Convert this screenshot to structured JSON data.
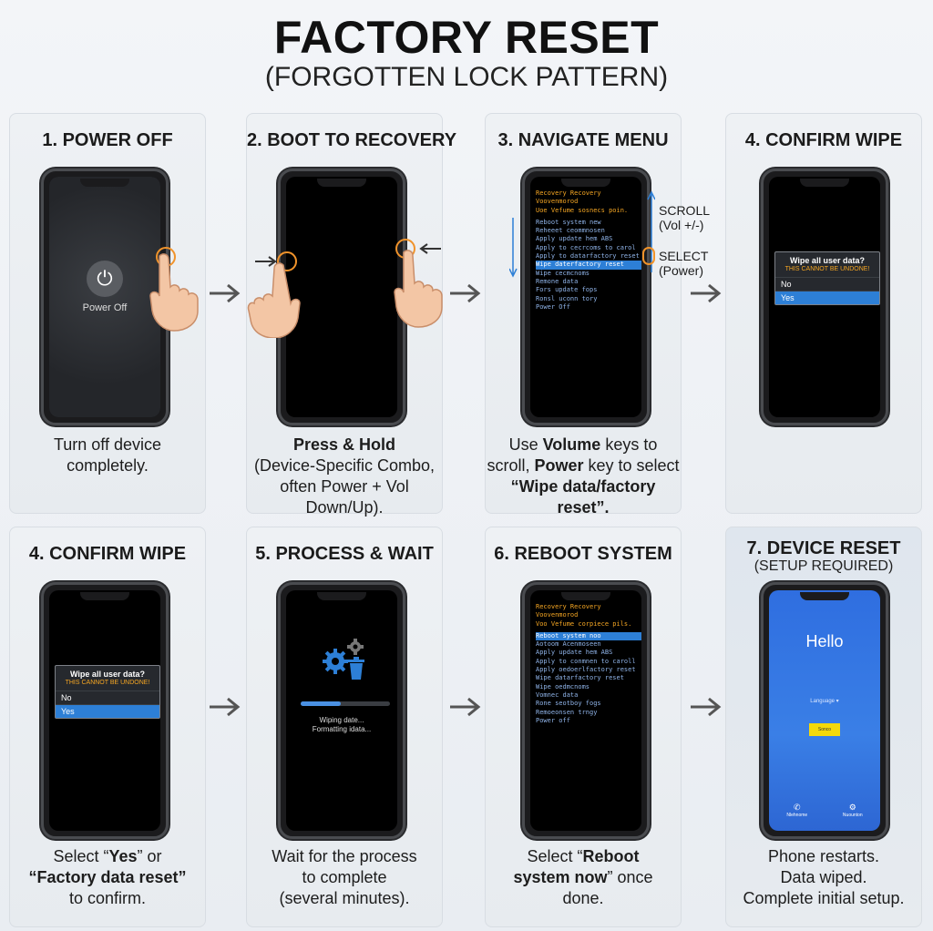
{
  "title": "FACTORY RESET",
  "subtitle": "(FORGOTTEN LOCK PATTERN)",
  "steps": [
    {
      "title": "1. POWER OFF",
      "screen": {
        "power_label": "Power Off"
      },
      "caption": [
        "Turn off device",
        "completely."
      ]
    },
    {
      "title": "2. BOOT TO RECOVERY",
      "caption_bold": "Press & Hold",
      "caption": [
        "(Device-Specific Combo,",
        "often Power + Vol Down/Up)."
      ]
    },
    {
      "title": "3. NAVIGATE MENU",
      "menu": {
        "header1": "Recovery Recovery",
        "header2": "Voovenmorod",
        "header3": "Uoe Vefume sosnecs poin.",
        "items": [
          "Reboot system new",
          "Reheeet ceommnosen",
          "Apply update hem ABS",
          "Apply to cecrcoms to carol",
          "Apply to datarfactory reset",
          "Wipe daterfactory reset",
          "Wipe cecmcnoms",
          "Remone data",
          "Fors update fops",
          "Ronsl uconn tory",
          "Power Off"
        ],
        "selected_index": 5
      },
      "scroll_label": [
        "SCROLL",
        "(Vol +/-)"
      ],
      "select_label": [
        "SELECT",
        "(Power)"
      ],
      "caption_parts": [
        "Use ",
        "Volume",
        " keys to",
        "scroll, ",
        "Power",
        " key to select",
        "“Wipe data/factory reset”."
      ]
    },
    {
      "title": "4. CONFIRM WIPE",
      "dialog": {
        "question": "Wipe all user data?",
        "warning": "THIS CANNOT BE UNDONE!",
        "no": "No",
        "yes": "Yes"
      }
    },
    {
      "title": "4. CONFIRM WIPE",
      "dialog": {
        "question": "Wipe all user data?",
        "warning": "THIS CANNOT BE UNDONE!",
        "no": "No",
        "yes": "Yes"
      },
      "caption_parts": [
        "Select “",
        "Yes",
        "” or",
        "“Factory data reset”",
        "to confirm."
      ]
    },
    {
      "title": "5. PROCESS & WAIT",
      "progress": {
        "line1": "Wiping date...",
        "line2": "Formatting idata...",
        "fraction": 0.45
      },
      "caption": [
        "Wait for the process",
        "to complete",
        "(several minutes)."
      ]
    },
    {
      "title": "6. REBOOT SYSTEM",
      "menu": {
        "header1": "Recovery Recovery",
        "header2": "Voovenmorod",
        "header3": "Voo Vefume corpiece pils.",
        "items": [
          "Reboot system noo",
          "Aotoom Acenmoseen",
          "Apply update hem ABS",
          "Apply to conmnen to caroll",
          "Apply oedoerlfactory reset",
          "Wipe datarfactory reset",
          "Wipe oedmcnoms",
          "Vomnec data",
          "Rone seotboy fogs",
          "Remoeonsen trngy",
          "Power off"
        ],
        "selected_index": 0
      },
      "caption_parts": [
        "Select “",
        "Reboot",
        "system now",
        "” once",
        "done."
      ]
    },
    {
      "title": "7. DEVICE RESET",
      "subtitle": "(SETUP REQUIRED)",
      "hello": {
        "greeting": "Hello",
        "language": "Language",
        "start": "Sonco",
        "left_footer": "Nlehnome",
        "right_footer": "Nuounton"
      },
      "caption": [
        "Phone restarts.",
        "Data wiped.",
        "Complete initial setup."
      ]
    }
  ],
  "colors": {
    "accent_blue": "#2d7fd6",
    "warning_orange": "#f5a623",
    "ring_orange": "#f0932b"
  }
}
